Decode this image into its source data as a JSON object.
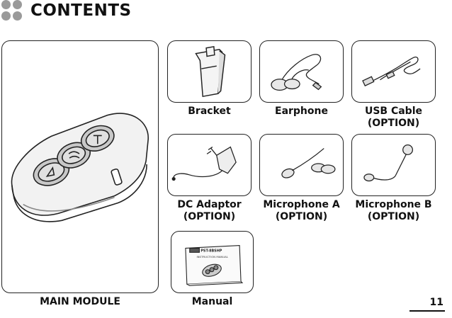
{
  "title": "CONTENTS",
  "page_number": "11",
  "items": {
    "main_module": {
      "label": "MAIN MODULE"
    },
    "bracket": {
      "label": "Bracket"
    },
    "earphone": {
      "label": "Earphone"
    },
    "usb_cable": {
      "label": "USB Cable",
      "sublabel": "(OPTION)"
    },
    "dc_adaptor": {
      "label": "DC Adaptor",
      "sublabel": "(OPTION)"
    },
    "microphone_a": {
      "label": "Microphone A",
      "sublabel": "(OPTION)"
    },
    "microphone_b": {
      "label": "Microphone B",
      "sublabel": "(OPTION)"
    },
    "manual": {
      "label": "Manual",
      "cover_title": "PST-8BSHP",
      "cover_heading": "INSTRUCTION MANUAL"
    }
  }
}
